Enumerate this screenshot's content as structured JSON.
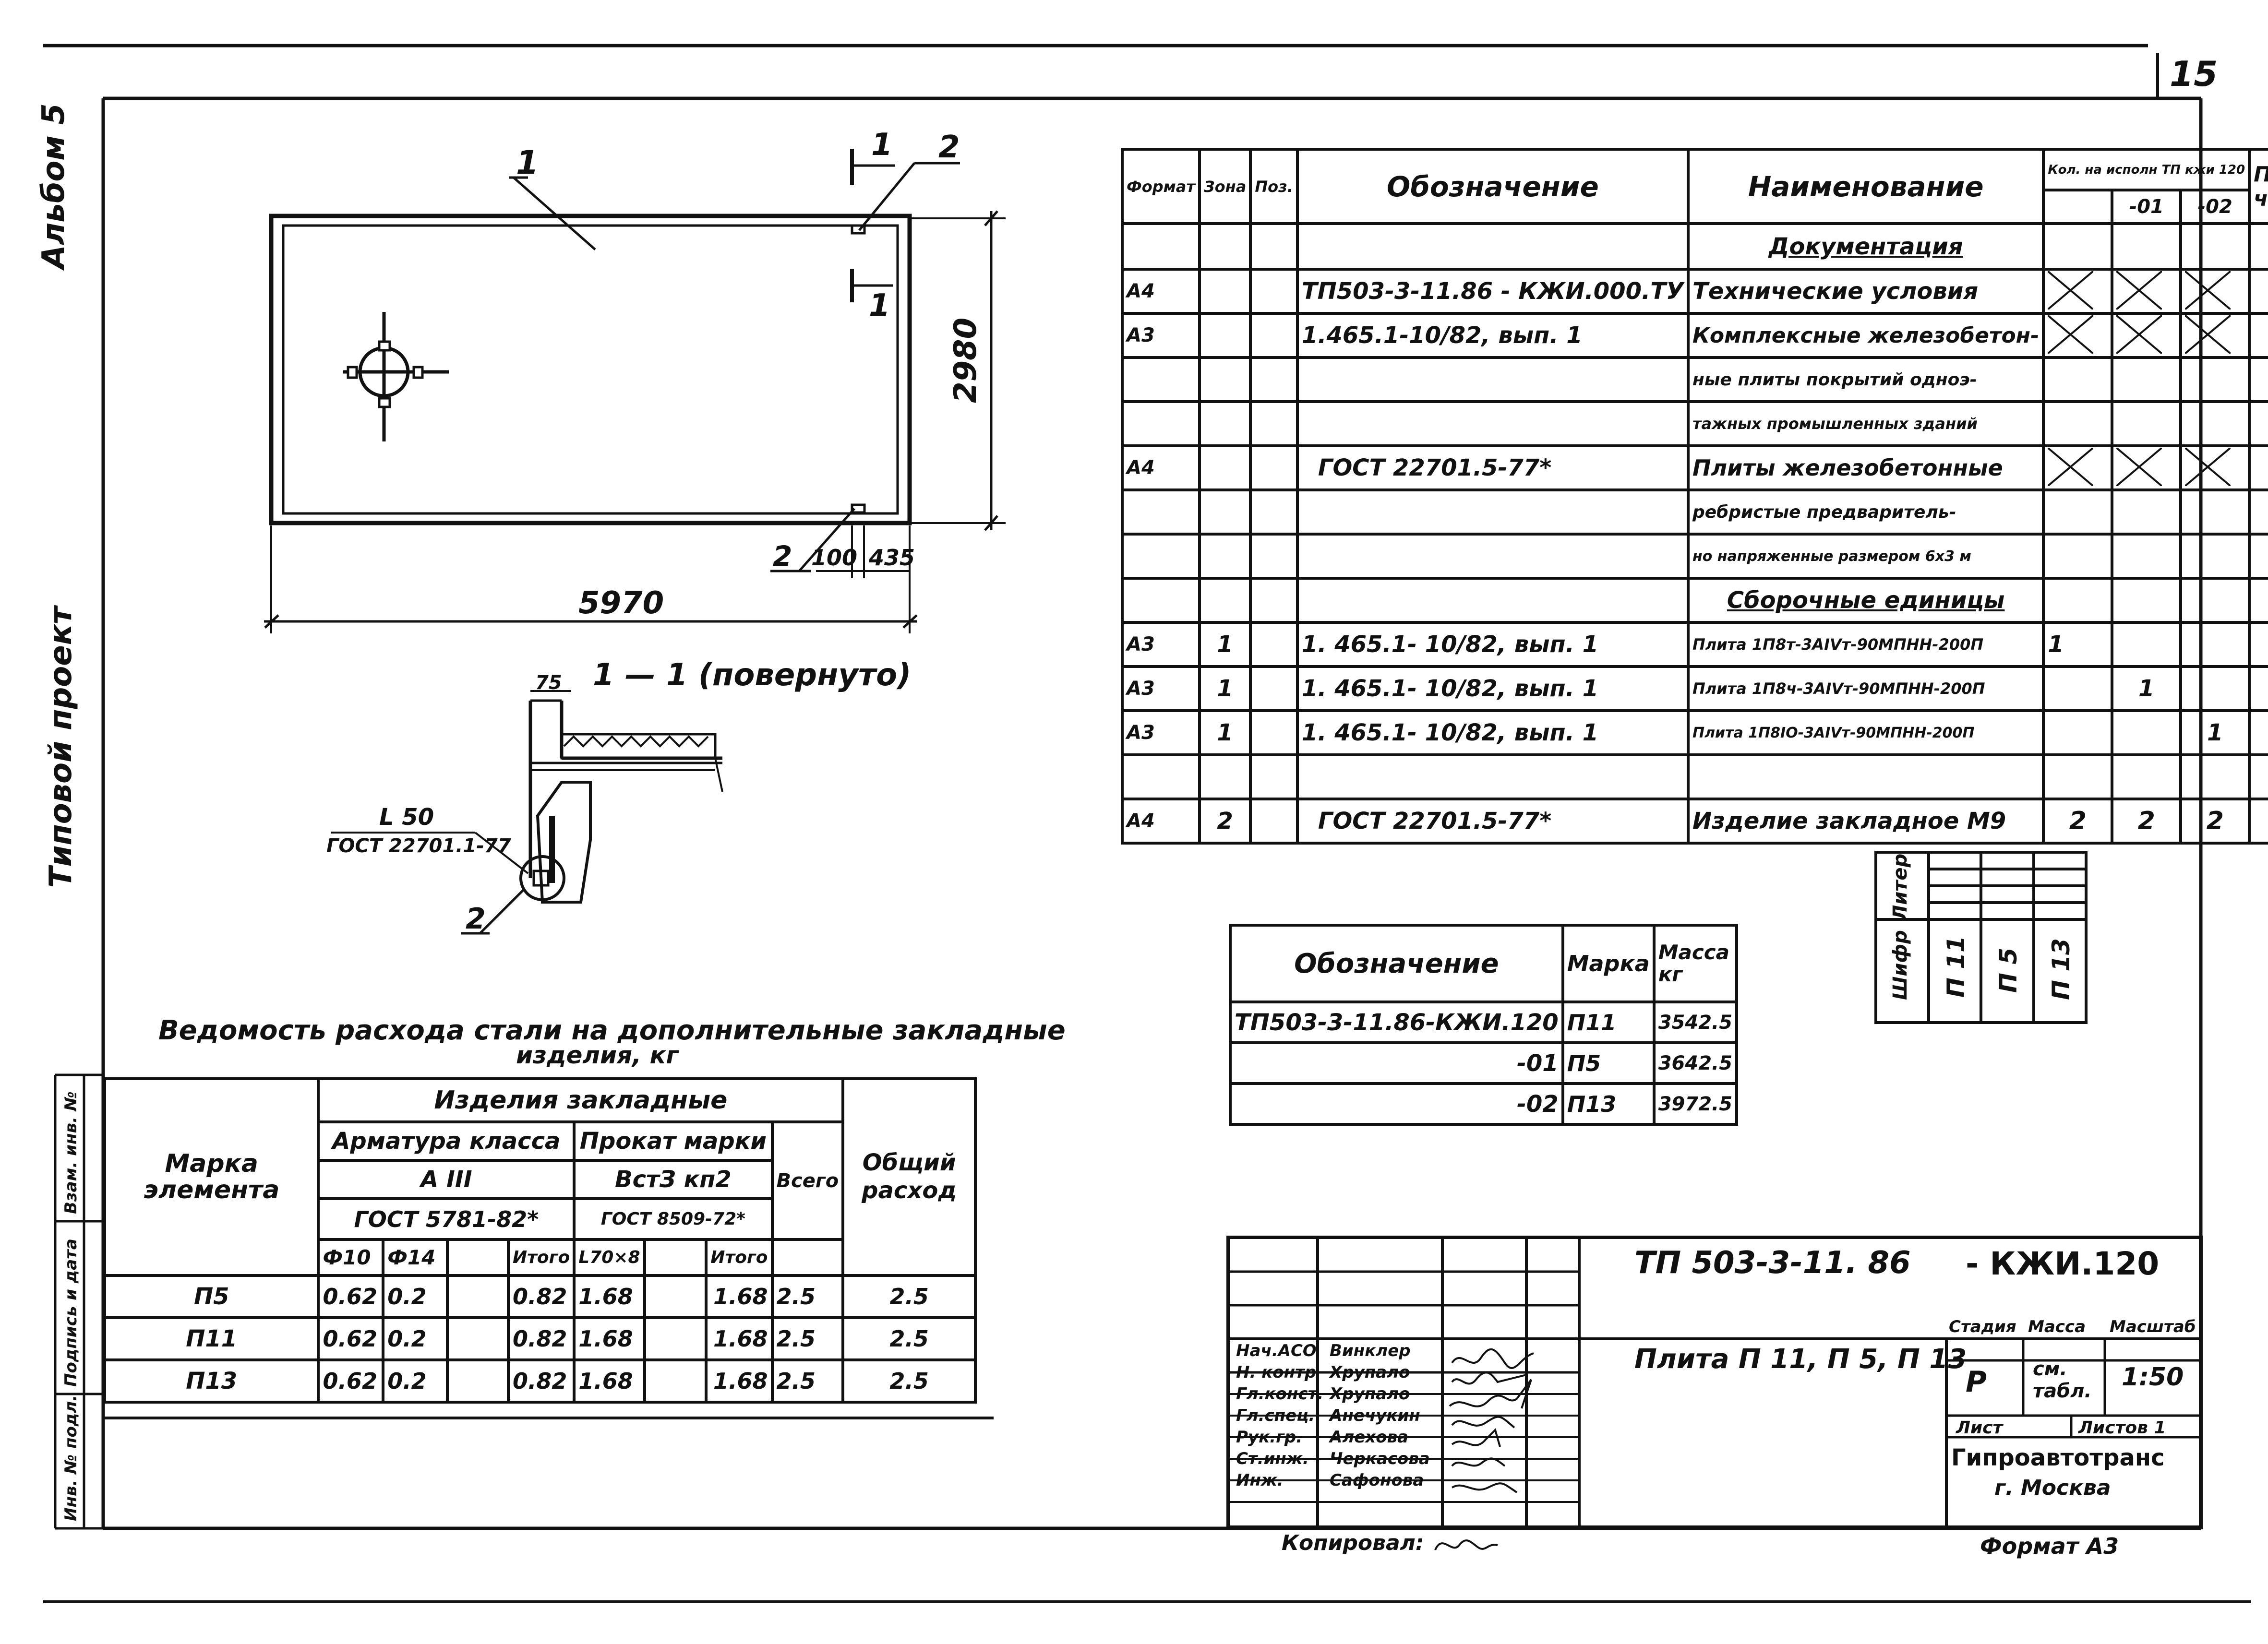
{
  "sheet_number": "15",
  "margin": {
    "album": "Альбом 5",
    "project": "Типовой проект"
  },
  "plan": {
    "pos1": "1",
    "pos2_top": "2",
    "pos2_bottom": "2",
    "section_mark_top": "1",
    "section_mark_bottom": "1",
    "dim_width": "2980",
    "dim_length": "5970",
    "dim_100": "100",
    "dim_435": "435"
  },
  "section": {
    "title": "1 — 1 (повернуто)",
    "dim_75": "75",
    "angle_label": "L 50",
    "angle_gost": "ГОСТ 22701.1-77",
    "pos2": "2"
  },
  "spec_table": {
    "header": {
      "format": "Формат",
      "zone": "Зона",
      "pos": "Поз.",
      "designation": "Обозначение",
      "name": "Наименование",
      "qty": "Кол. на исполн ТП кжи 120",
      "qty_01": "-01",
      "qty_02": "-02",
      "note": "Приме-чание"
    },
    "section_documentation": "Документация",
    "rows_docs": [
      {
        "format": "А4",
        "designation": "ТП503-3-11.86  - КЖИ.000.ТУ",
        "name": "Технические условия"
      },
      {
        "format": "А3",
        "designation": "1.465.1-10/82,     вып. 1",
        "name": "Комплексные железобетон-"
      },
      {
        "format": "",
        "designation": "",
        "name": "ные плиты покрытий одноэ-"
      },
      {
        "format": "",
        "designation": "",
        "name": "тажных промышленных зданий"
      },
      {
        "format": "А4",
        "designation": "ГОСТ 22701.5-77*",
        "name": "Плиты железобетонные"
      },
      {
        "format": "",
        "designation": "",
        "name": "ребристые предваритель-"
      },
      {
        "format": "",
        "designation": "",
        "name": "но напряженные размером 6х3 м"
      }
    ],
    "section_assemblies": "Сборочные единицы",
    "rows_assemblies": [
      {
        "format": "А3",
        "pos": "1",
        "designation": "1. 465.1- 10/82,   вып. 1",
        "name": "Плита 1П8т-3АIVт-90МПНН-200П",
        "q0": "1",
        "q1": "",
        "q2": ""
      },
      {
        "format": "А3",
        "pos": "1",
        "designation": "1. 465.1- 10/82,   вып. 1",
        "name": "Плита 1П8ч-3АIVт-90МПНН-200П",
        "q0": "",
        "q1": "1",
        "q2": ""
      },
      {
        "format": "А3",
        "pos": "1",
        "designation": "1. 465.1- 10/82,   вып. 1",
        "name": "Плита 1П8IО-3АIVт-90МПНН-200П",
        "q0": "",
        "q1": "",
        "q2": "1"
      }
    ],
    "row_item": {
      "format": "А4",
      "pos": "2",
      "designation": "ГОСТ 22701.5-77*",
      "name": "Изделие закладное М9",
      "q0": "2",
      "q1": "2",
      "q2": "2"
    },
    "sub": {
      "liter_label": "Литер",
      "code_label": "Шифр",
      "codes": [
        "П 11",
        "П 5",
        "П 13"
      ]
    }
  },
  "mass_table": {
    "header": {
      "designation": "Обозначение",
      "mark": "Марка",
      "mass": "Масса кг"
    },
    "rows": [
      {
        "designation": "ТП503-3-11.86-КЖИ.120",
        "mark": "П11",
        "mass": "3542.5"
      },
      {
        "designation": "-01",
        "mark": "П5",
        "mass": "3642.5"
      },
      {
        "designation": "-02",
        "mark": "П13",
        "mass": "3972.5"
      }
    ]
  },
  "steel_table": {
    "title_line1": "Ведомость  расхода стали на дополнительные закладные",
    "title_line2": "изделия, кг",
    "header": {
      "element_mark": "Марка элемента",
      "embedded": "Изделия   закладные",
      "rebar_class": "Арматура класса",
      "rebar_grade": "А III",
      "rebar_gost": "ГОСТ 5781-82*",
      "rolled": "Прокат марки",
      "rolled_grade": "ВстЗ кп2",
      "rolled_gost": "ГОСТ 8509-72*",
      "total": "Всего",
      "overall": "Общий расход",
      "d10": "Ф10",
      "d14": "Ф14",
      "subtotal": "Итого",
      "angle": "L70×8",
      "subtotal2": "Итого"
    },
    "rows": [
      {
        "mark": "П5",
        "d10": "0.62",
        "d14": "0.2",
        "sub": "0.82",
        "angle": "1.68",
        "sub2": "1.68",
        "total": "2.5",
        "overall": "2.5"
      },
      {
        "mark": "П11",
        "d10": "0.62",
        "d14": "0.2",
        "sub": "0.82",
        "angle": "1.68",
        "sub2": "1.68",
        "total": "2.5",
        "overall": "2.5"
      },
      {
        "mark": "П13",
        "d10": "0.62",
        "d14": "0.2",
        "sub": "0.82",
        "angle": "1.68",
        "sub2": "1.68",
        "total": "2.5",
        "overall": "2.5"
      }
    ],
    "side_labels": [
      "Взам. инв. №",
      "Подпись и дата",
      "Инв. № подл."
    ]
  },
  "title_block": {
    "code": "ТП 503-3-11. 86",
    "code_suffix": "- КЖИ.120",
    "title": "Плита П 11, П 5, П 13",
    "roles": [
      {
        "role": "Нач.АСО",
        "name": "Винклер"
      },
      {
        "role": "Н. контр",
        "name": "Хрупало"
      },
      {
        "role": "Гл.конст.",
        "name": "Хрупало"
      },
      {
        "role": "Гл.спец.",
        "name": "Анечукин"
      },
      {
        "role": "Рук.гр.",
        "name": "Алехова"
      },
      {
        "role": "Ст.инж.",
        "name": "Черкасова"
      },
      {
        "role": "Инж.",
        "name": "Сафонова"
      }
    ],
    "stage_label": "Стадия",
    "mass_label": "Масса",
    "scale_label": "Масштаб",
    "stage": "Р",
    "mass": "см. табл.",
    "scale": "1:50",
    "sheet_label": "Лист",
    "sheets_label": "Листов 1",
    "org": "Гипроавтотранс",
    "city": "г. Москва"
  },
  "footer": {
    "copied": "Копировал:",
    "format": "Формат А3"
  }
}
